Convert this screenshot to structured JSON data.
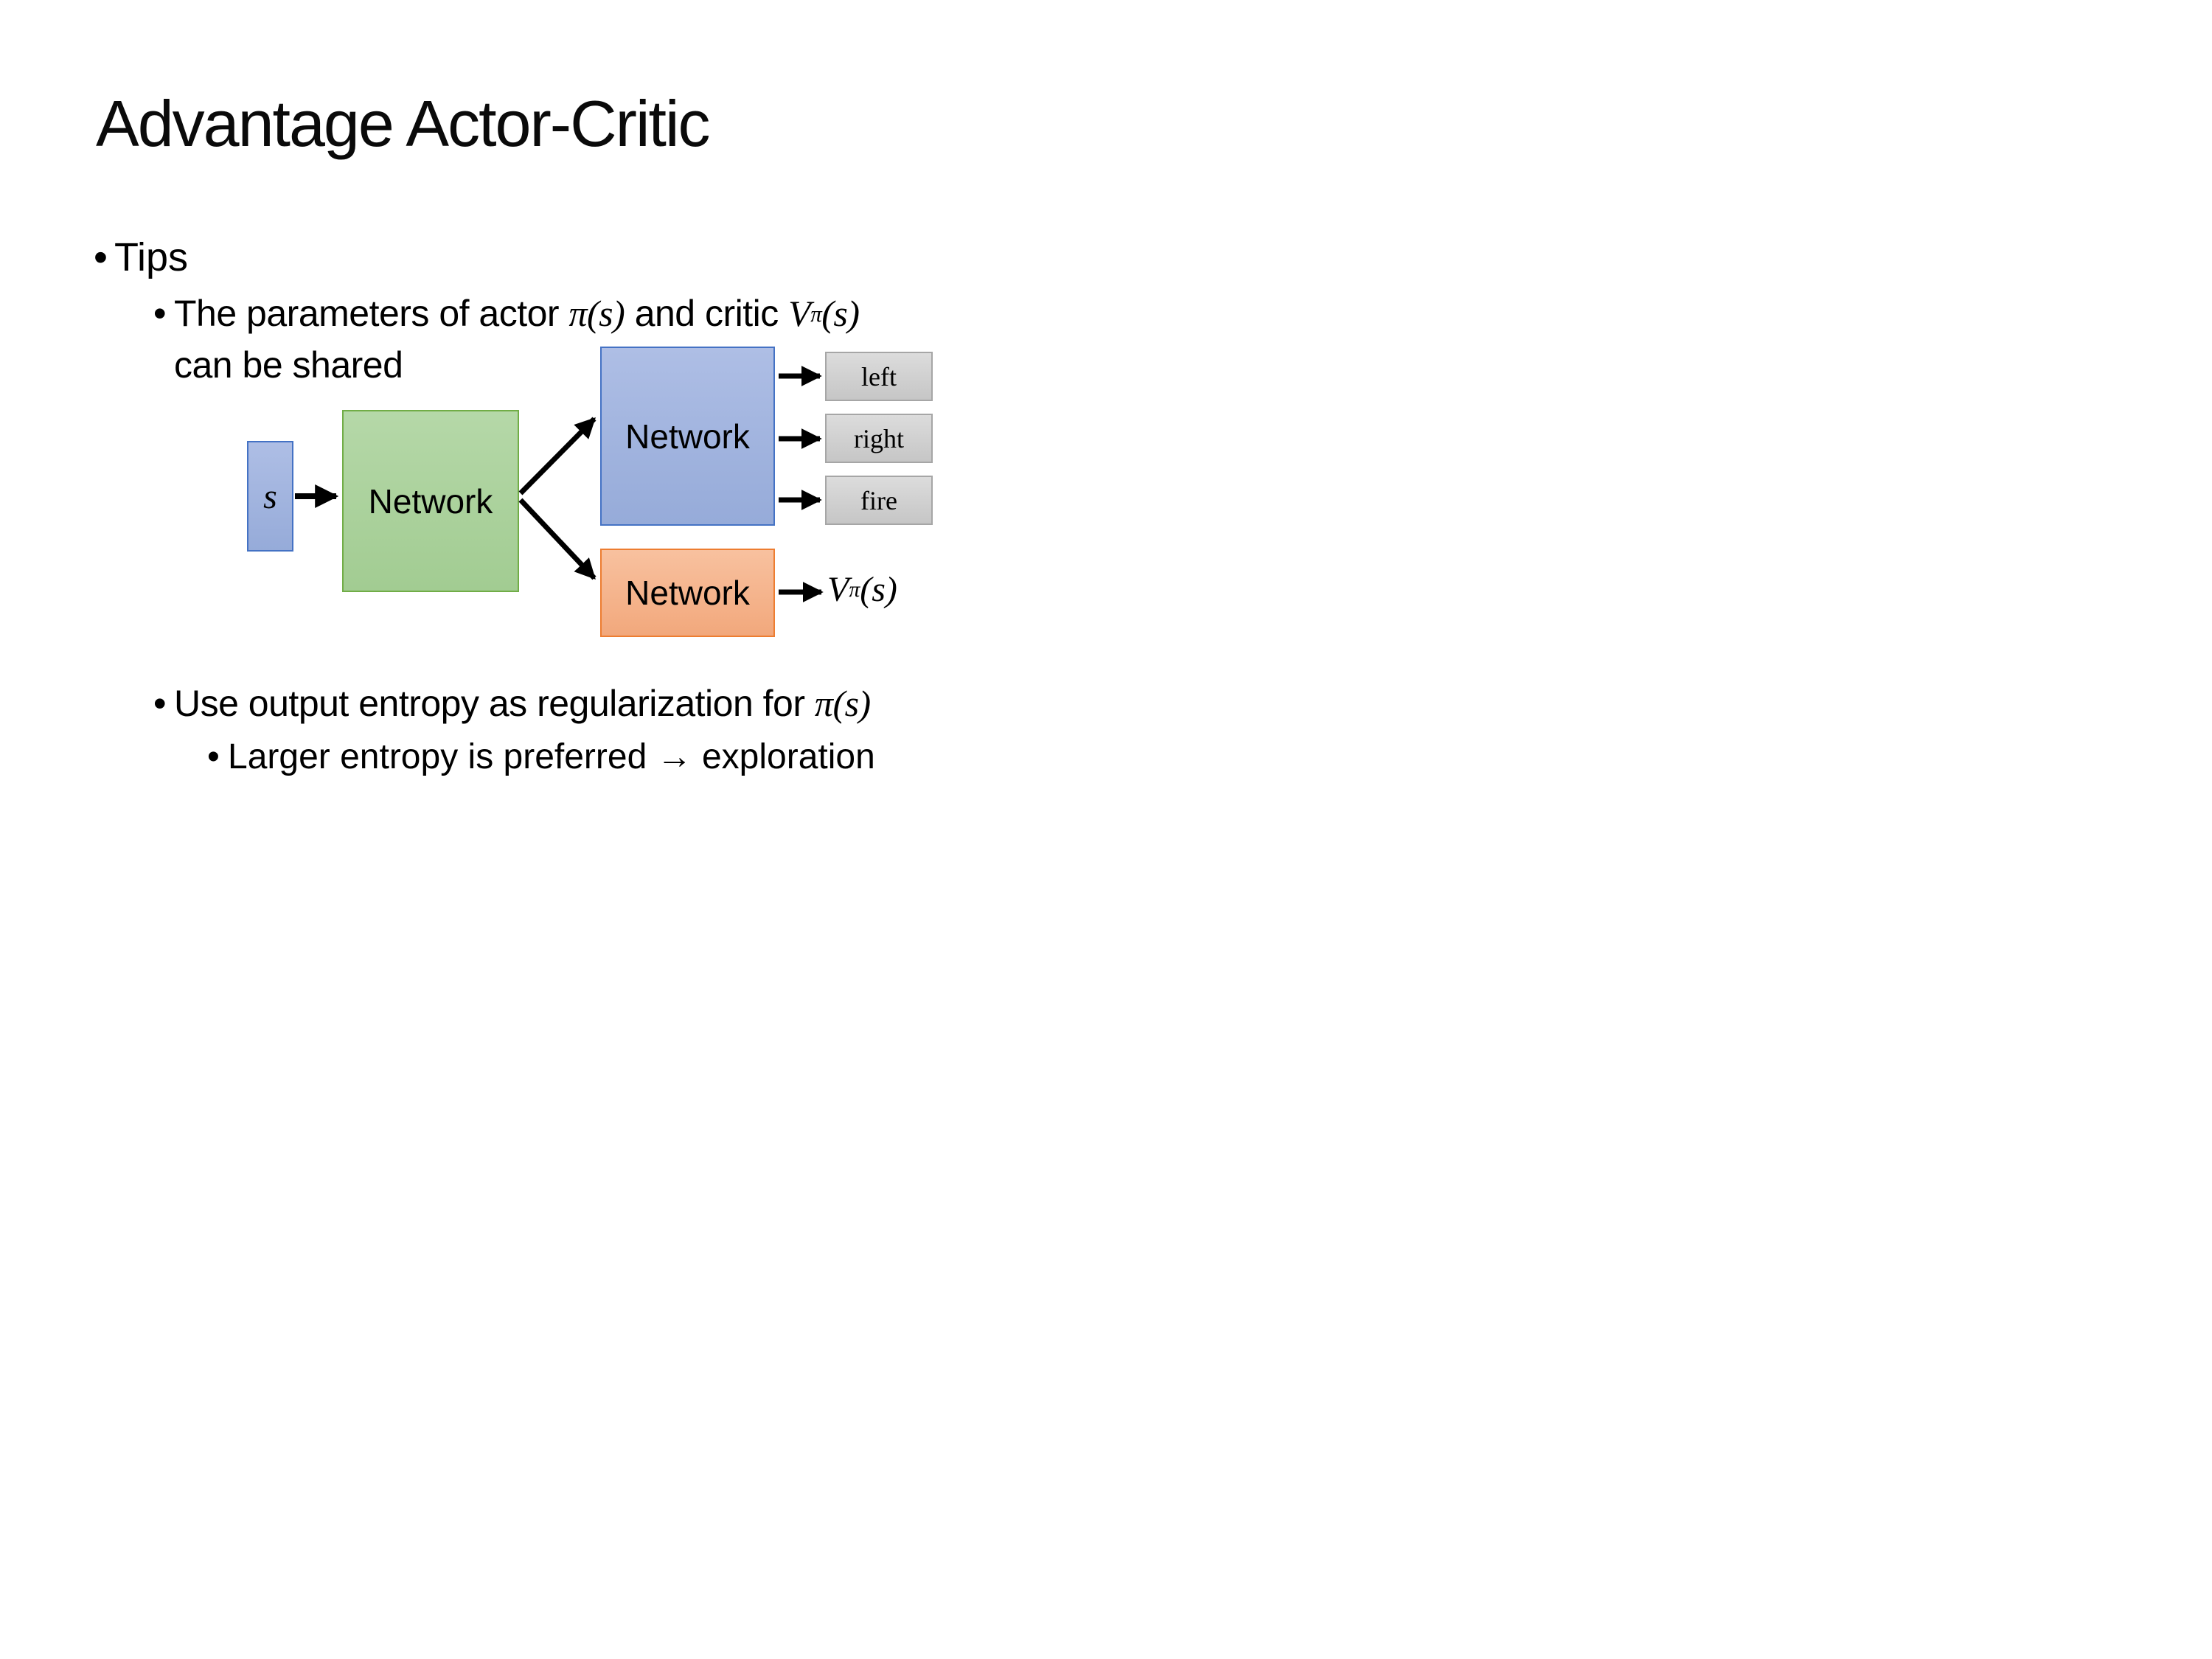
{
  "slide": {
    "title": "Advantage Actor-Critic"
  },
  "bullets": {
    "tips": {
      "bullet": "•",
      "label": "Tips"
    },
    "shared": {
      "bullet": "•",
      "text_before": "The parameters of actor ",
      "actor_base": "π",
      "actor_args": "(s)",
      "text_middle": "  and critic ",
      "critic_base": "V",
      "critic_sup": "π",
      "critic_args": "(s)",
      "line2": "can be shared"
    },
    "entropy": {
      "bullet": "•",
      "text_before": "Use output entropy as regularization for ",
      "policy_base": "π",
      "policy_args": "(s)"
    },
    "exploration": {
      "bullet": "•",
      "label": "Larger entropy is preferred → exploration"
    }
  },
  "diagram": {
    "input_label": "s",
    "shared_network_label": "Network",
    "actor_network_label": "Network",
    "critic_network_label": "Network",
    "actions": [
      "left",
      "right",
      "fire"
    ],
    "value_base": "V",
    "value_sup": "π",
    "value_args": "(s)",
    "colors": {
      "blue_fill": "#9FB3DE",
      "blue_border": "#4472C4",
      "green_fill": "#ABD19D",
      "green_border": "#70AD47",
      "orange_fill": "#F5B58E",
      "orange_border": "#ED7D31",
      "gray_fill": "#D1D1D1",
      "gray_border": "#A6A6A6",
      "arrow_color": "#000000"
    }
  }
}
